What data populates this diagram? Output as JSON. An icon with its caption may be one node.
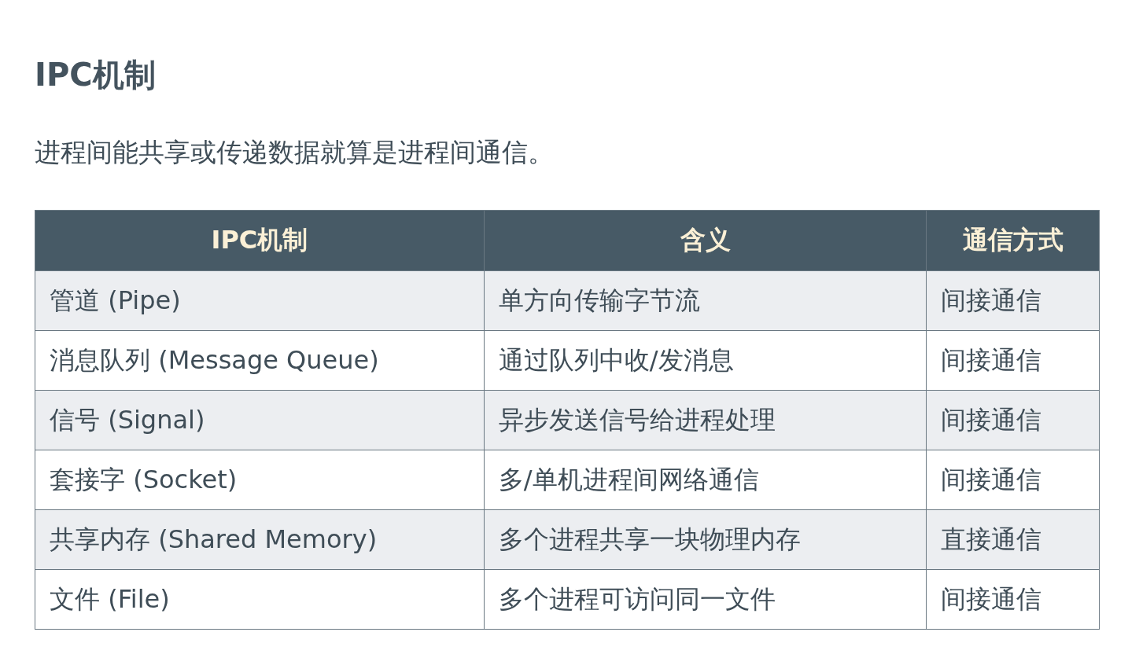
{
  "diagram": {
    "title": "IPC机制",
    "labels": [
      "进程间能共享或传递数据就算是进程间通信。",
      "IPC机制",
      "含义",
      "通信方式",
      "管道 (Pipe)",
      "单方向传输字节流",
      "间接通信",
      "消息队列 (Message Queue)",
      "通过队列中收/发消息",
      "间接通信",
      "信号 (Signal)",
      "异步发送信号给进程处理",
      "间接通信",
      "套接字 (Socket)",
      "多/单机进程间网络通信",
      "间接通信",
      "共享内存 (Shared Memory)",
      "多个进程共享一块物理内存",
      "直接通信",
      "文件 (File)",
      "多个进程可访问同一文件",
      "间接通信"
    ]
  }
}
